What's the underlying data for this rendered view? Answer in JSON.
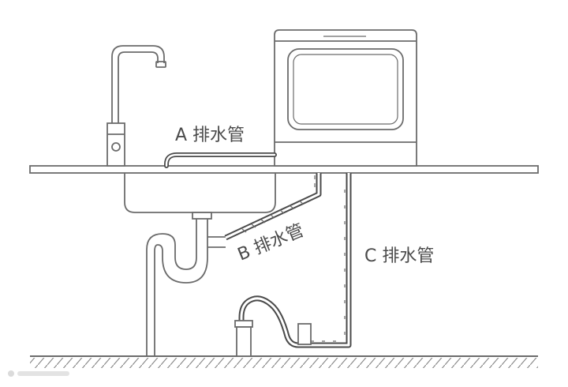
{
  "labels": {
    "hose_a": "A 排水管",
    "hose_b": "B 排水管",
    "hose_c": "C 排水管"
  },
  "colors": {
    "line": "#6b6b6b",
    "hose": "#4a4a4a",
    "background": "#ffffff"
  }
}
